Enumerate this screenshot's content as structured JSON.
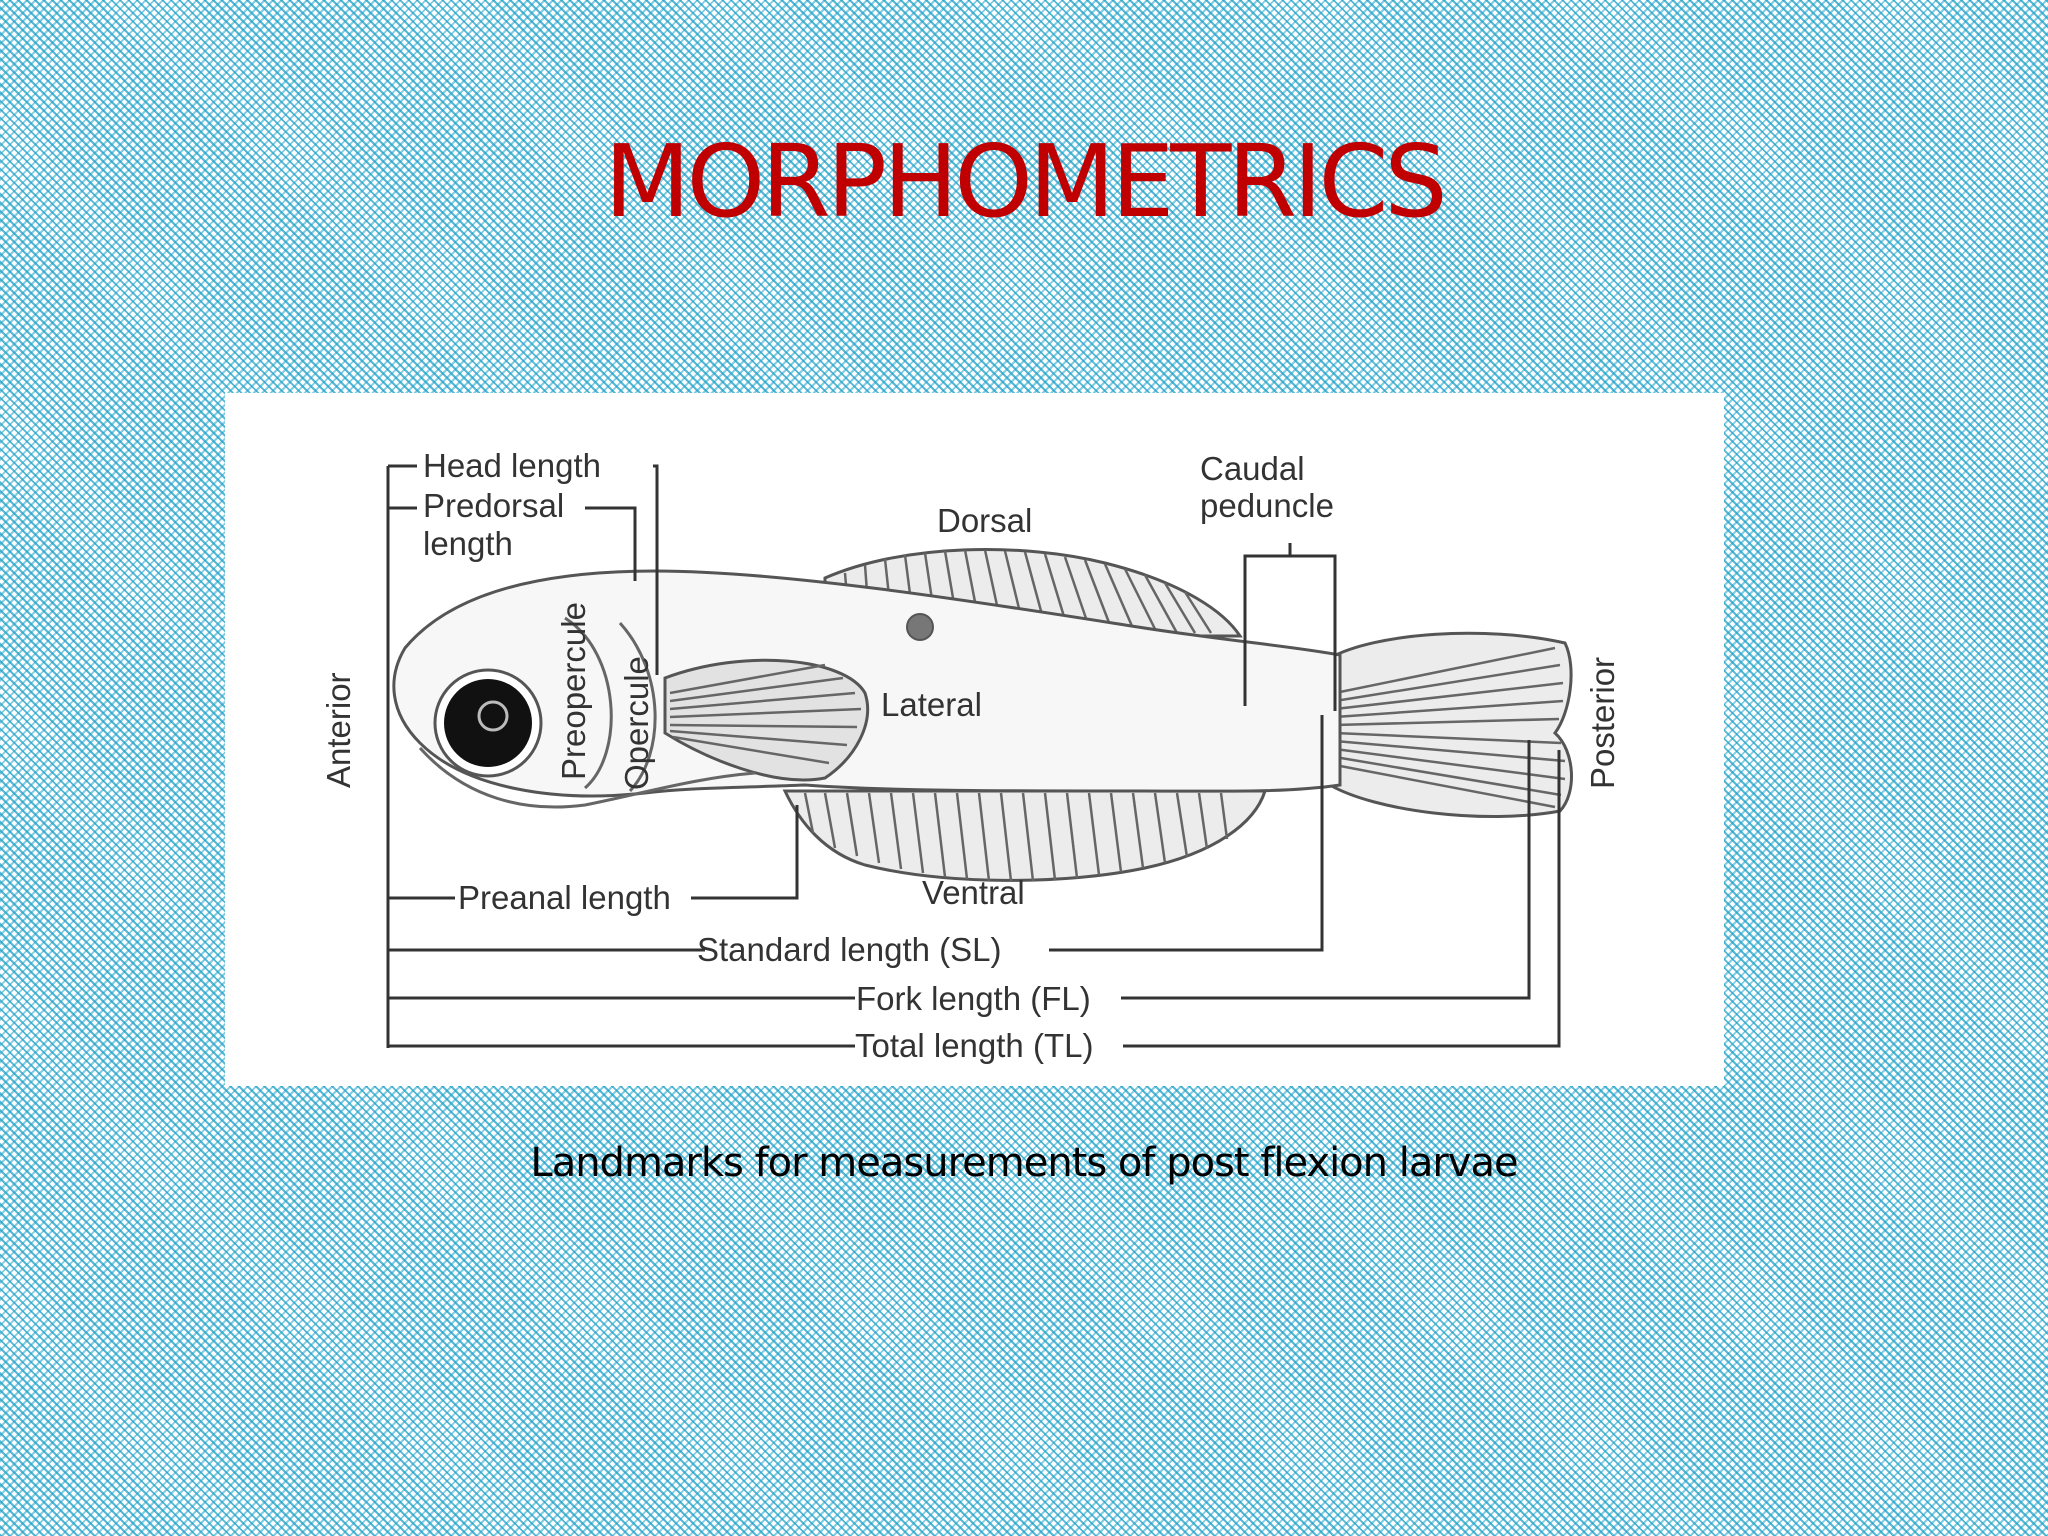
{
  "slide": {
    "title": "MORPHOMETRICS",
    "caption": "Landmarks for measurements of post flexion larvae"
  },
  "diagram": {
    "labels": {
      "head_length": "Head length",
      "predorsal_line1": "Predorsal",
      "predorsal_line2": "length",
      "dorsal": "Dorsal",
      "caudal_line1": "Caudal",
      "caudal_line2": "peduncle",
      "anterior": "Anterior",
      "preopercule": "Preopercule",
      "opercule": "Opercule",
      "lateral": "Lateral",
      "posterior": "Posterior",
      "preanal_length": "Preanal length",
      "ventral": "Ventral",
      "standard_length": "Standard length (SL)",
      "fork_length": "Fork length (FL)",
      "total_length": "Total length (TL)"
    }
  }
}
